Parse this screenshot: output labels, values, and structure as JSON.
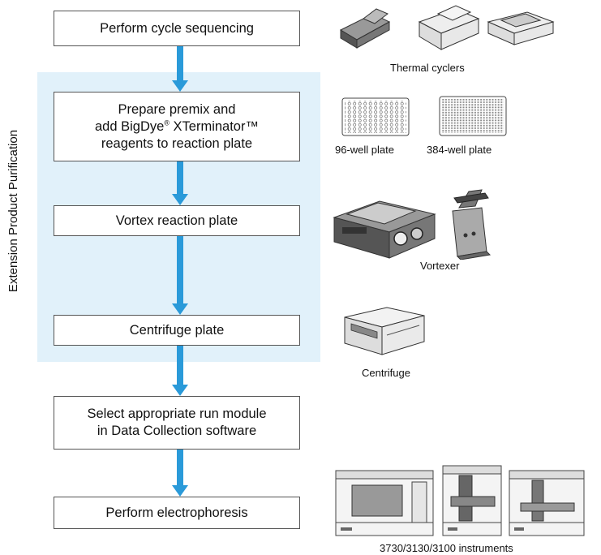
{
  "panel_label": "Extension Product Purification",
  "steps": [
    {
      "text": "Perform cycle sequencing"
    },
    {
      "line1": "Prepare premix and",
      "line2a": "add BigDye",
      "reg": "®",
      "line2b": " XTerminator™",
      "line3": "reagents to reaction plate"
    },
    {
      "text": "Vortex reaction plate"
    },
    {
      "text": "Centrifuge plate"
    },
    {
      "line1": "Select appropriate run module",
      "line2": "in Data Collection software"
    },
    {
      "text": "Perform electrophoresis"
    }
  ],
  "captions": {
    "thermal_cyclers": "Thermal cyclers",
    "plate_96": "96-well plate",
    "plate_384": "384-well plate",
    "vortexer": "Vortexer",
    "centrifuge": "Centrifuge",
    "instruments": "3730/3130/3100 instruments"
  },
  "colors": {
    "arrow": "#2a9ad9",
    "panel": "#e1f1fa",
    "box_border": "#555555"
  }
}
